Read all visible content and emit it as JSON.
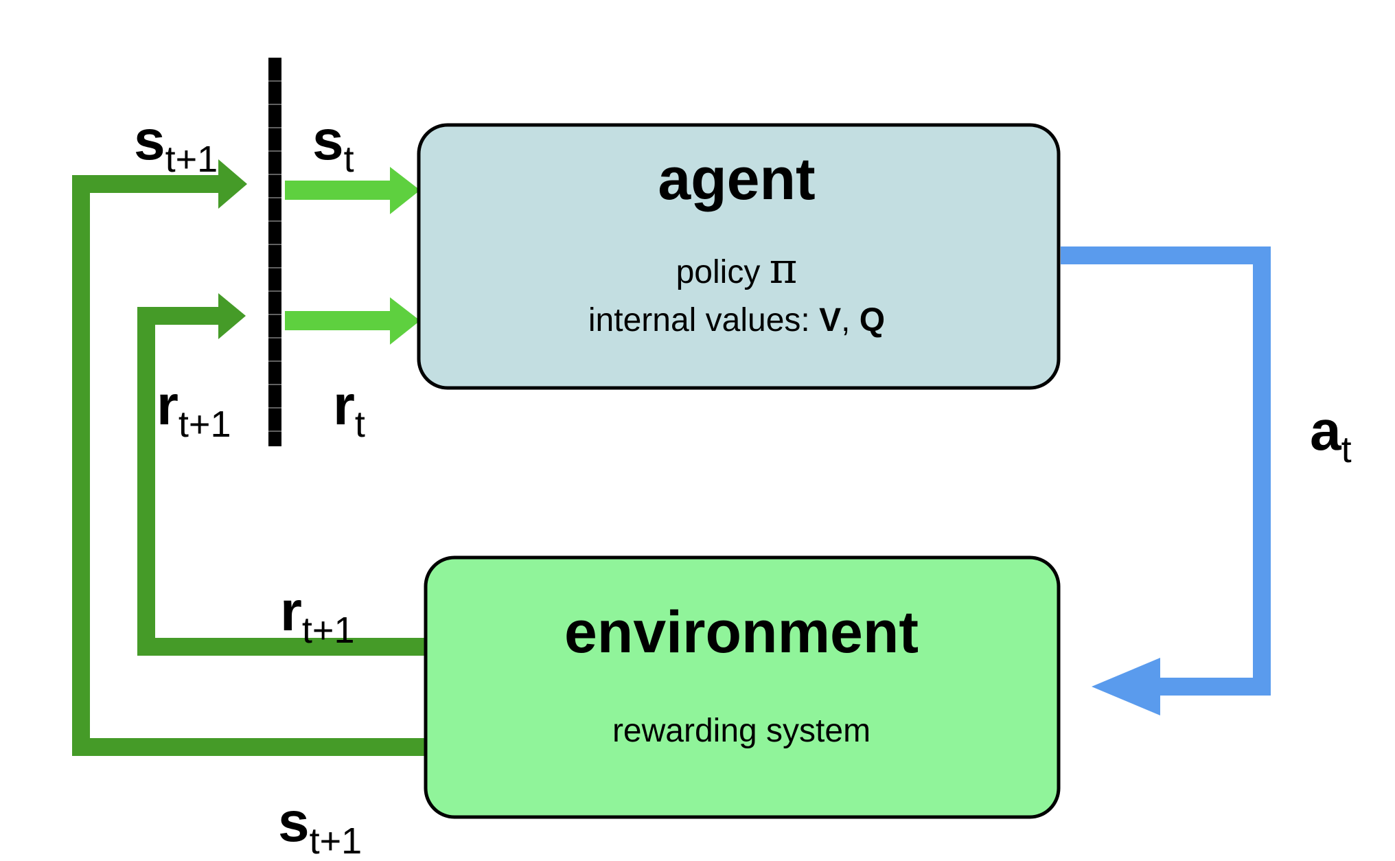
{
  "diagram": {
    "title": "reinforcement learning agent-environment interaction loop",
    "background_color": "#ffffff"
  },
  "boxes": {
    "agent": {
      "title": "agent",
      "line1_prefix": "policy ",
      "line1_symbol": "π",
      "line2_prefix": "internal values: ",
      "line2_value_1": "V",
      "line2_separator": ", ",
      "line2_value_2": "Q",
      "fill_color": "#c3dee1",
      "stroke_color": "#000000"
    },
    "environment": {
      "title": "environment",
      "subtitle": "rewarding system",
      "fill_color": "#90f49a",
      "stroke_color": "#000000"
    }
  },
  "signals": {
    "state_next_top": {
      "base": "s",
      "sub": "t+1"
    },
    "state_current": {
      "base": "s",
      "sub": "t"
    },
    "reward_next_left": {
      "base": "r",
      "sub": "t+1"
    },
    "reward_current": {
      "base": "r",
      "sub": "t"
    },
    "reward_next_env": {
      "base": "r",
      "sub": "t+1"
    },
    "state_next_env": {
      "base": "s",
      "sub": "t+1"
    },
    "action_current": {
      "base": "a",
      "sub": "t"
    }
  },
  "colors": {
    "dark_green": "#459b28",
    "light_green": "#5ed03f",
    "blue": "#5a9bed",
    "black": "#000000",
    "agent_fill": "#c3dee1",
    "environment_fill": "#90f49a"
  },
  "separator": {
    "name": "time-step-delay-bar",
    "color": "#000000",
    "style": "segmented-vertical-bar"
  }
}
